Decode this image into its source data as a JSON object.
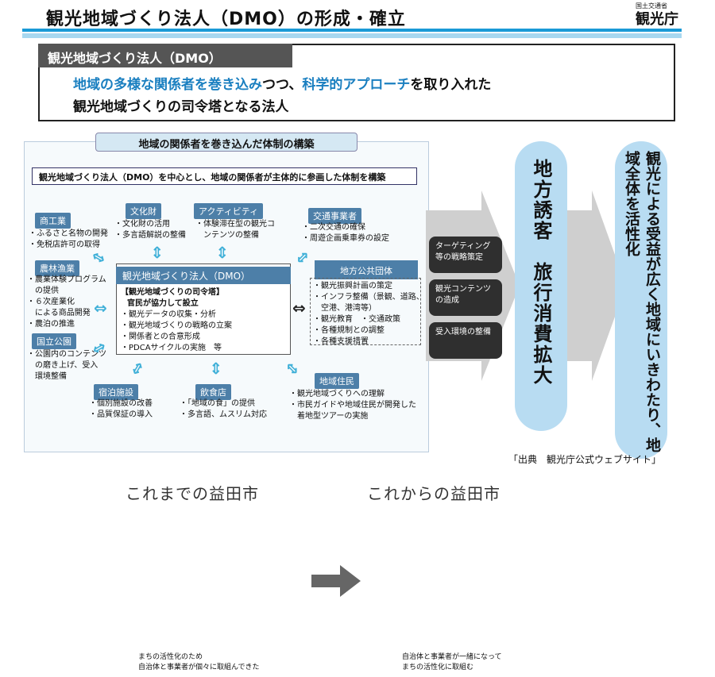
{
  "header": {
    "title": "観光地域づくり法人（DMO）の形成・確立",
    "org_small": "国土交通省",
    "org": "観光庁"
  },
  "dmo_box": {
    "label": "観光地域づくり法人（DMO）",
    "line1a": "地域の多様な関係者を巻き込み",
    "line1b": "つつ、",
    "line1c": "科学的アプローチ",
    "line1d": "を取り入れた",
    "line2": "観光地域づくりの司令塔となる法人"
  },
  "panel": {
    "head": "地域の関係者を巻き込んだ体制の構築",
    "sub": "観光地域づくり法人（DMO）を中心とし、地域の関係者が主体的に参画した体制を構築",
    "groups": [
      {
        "label": "商工業",
        "text": "・ふるさと名物の開発\n・免税店許可の取得"
      },
      {
        "label": "農林漁業",
        "text": "・農業体験プログラム\n　の提供\n・６次産業化\n　による商品開発\n・農泊の推進"
      },
      {
        "label": "国立公園",
        "text": "・公園内のコンテンツ\n　の磨き上げ、受入\n　環境整備"
      },
      {
        "label": "文化財",
        "text": "・文化財の活用\n・多言語解説の整備"
      },
      {
        "label": "アクティビティ",
        "text": "・体験滞在型の観光コ\n　ンテンツの整備"
      },
      {
        "label": "交通事業者",
        "text": "・二次交通の確保\n・周遊企画乗車券の設定"
      },
      {
        "label": "宿泊施設",
        "text": "・個別施設の改善\n・品質保証の導入"
      },
      {
        "label": "飲食店",
        "text": "・「地域の食」の提供\n・多言語、ムスリム対応"
      },
      {
        "label": "地域住民",
        "text": "・観光地域づくりへの理解\n・市民ガイドや地域住民が開発した\n　着地型ツアーの実施"
      }
    ],
    "center_head": "観光地域づくり法人（DMO）",
    "center_tag": "【観光地域づくりの司令塔】",
    "center_bold": "官民が協力して設立",
    "center_text": "・観光データの収集・分析\n・観光地域づくりの戦略の立案\n・関係者との合意形成\n・PDCAサイクルの実施　等",
    "local_label": "地方公共団体",
    "local_text": "・観光振興計画の策定\n・インフラ整備（景観、道路、\n　空港、港湾等）\n・観光教育　・交通政策\n・各種規制との調整\n・各種支援措置"
  },
  "steps": [
    "ターゲティング等の戦略策定",
    "観光コンテンツの造成",
    "受入環境の整備"
  ],
  "result1": "地方誘客　旅行消費拡大",
  "result2": "観光による受益が広く地域にいきわたり、地域全体を活性化",
  "source": "「出典　観光庁公式ウェブサイト」",
  "compare": {
    "before_title": "これまでの益田市",
    "after_title": "これからの益田市",
    "before_note": "まちの活性化のため\n自治体と事業者が個々に取組んできた",
    "after_note": "自治体と事業者が一緒になって\nまちの活性化に取組む"
  },
  "colors": {
    "accent": "#1a7fc0",
    "label_bg": "#4d7fa8",
    "capsule": "#b8dcf2"
  }
}
